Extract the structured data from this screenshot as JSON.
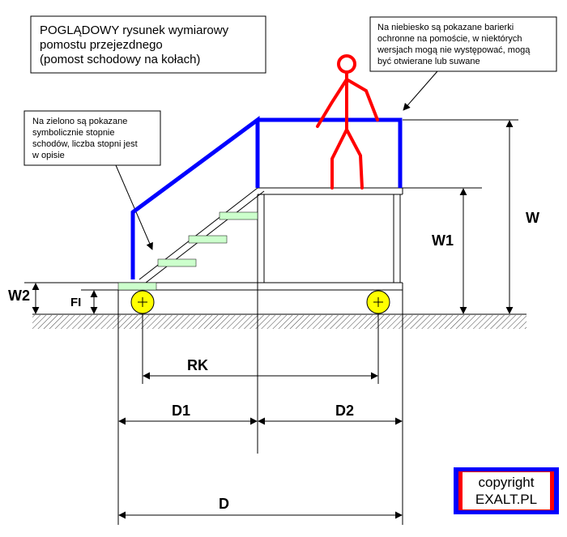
{
  "title_box": {
    "lines": [
      "POGLĄDOWY rysunek wymiarowy",
      "pomostu przejezdnego",
      "(pomost schodowy na kołach)"
    ]
  },
  "note_green": {
    "lines": [
      "Na zielono są pokazane",
      "symbolicznie stopnie",
      "schodów, liczba stopni jest",
      "w opisie"
    ]
  },
  "note_blue": {
    "lines": [
      "Na niebiesko są pokazane barierki",
      "ochronne na pomoście, w niektórych",
      "wersjach mogą nie występować, mogą",
      "być otwierane lub suwane"
    ]
  },
  "dimensions": {
    "w": "W",
    "w1": "W1",
    "w2": "W2",
    "fi": "FI",
    "rk": "RK",
    "d1": "D1",
    "d2": "D2",
    "d": "D"
  },
  "copyright": {
    "line1": "copyright",
    "line2": "EXALT.PL"
  },
  "colors": {
    "railing": "#0000ff",
    "person": "#ff0000",
    "steps": "#ccffcc",
    "wheel": "#ffff00",
    "structure": "#000000"
  }
}
